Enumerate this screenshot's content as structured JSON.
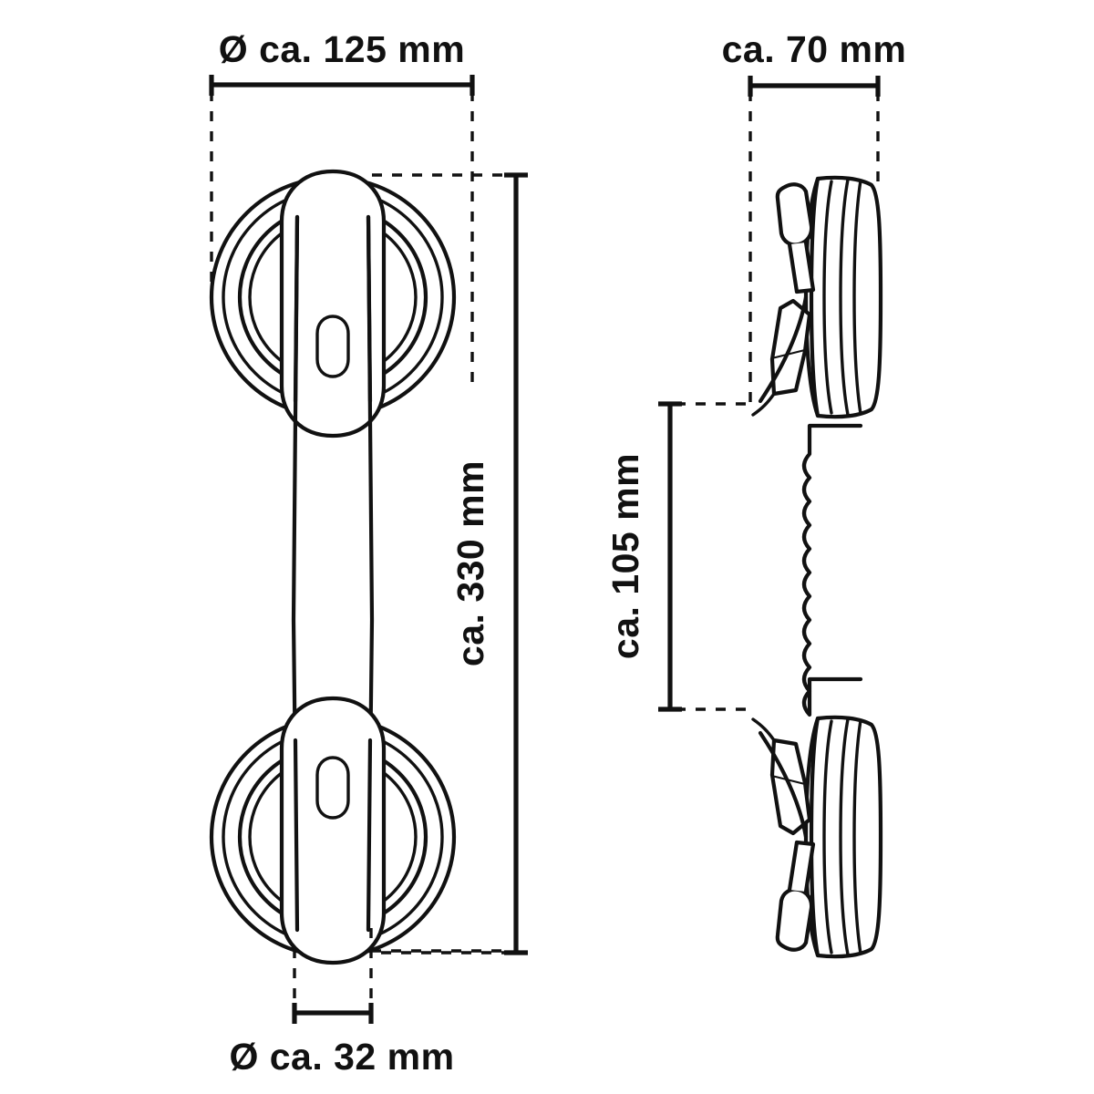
{
  "drawing": {
    "title": "suction-grab-bar-technical-dimension-drawing",
    "line_color": "#111111",
    "background_color": "#ffffff",
    "views": [
      {
        "name": "front-view",
        "description": "front elevation of dual suction-cup grab bar"
      },
      {
        "name": "side-view",
        "description": "side profile of dual suction-cup grab bar"
      }
    ]
  },
  "dimensions": {
    "cup_diameter": {
      "label": "Ø ca. 125 mm",
      "value": 125,
      "unit": "mm",
      "symbol": "Ø",
      "prefix": "ca.",
      "orientation": "horizontal",
      "view": "front-view"
    },
    "overall_length": {
      "label": "ca. 330 mm",
      "value": 330,
      "unit": "mm",
      "prefix": "ca.",
      "orientation": "vertical",
      "view": "front-view"
    },
    "bar_diameter": {
      "label": "Ø ca. 32 mm",
      "value": 32,
      "unit": "mm",
      "symbol": "Ø",
      "prefix": "ca.",
      "orientation": "horizontal",
      "view": "front-view"
    },
    "depth": {
      "label": "ca. 70 mm",
      "value": 70,
      "unit": "mm",
      "prefix": "ca.",
      "orientation": "horizontal",
      "view": "side-view"
    },
    "grip_length": {
      "label": "ca. 105 mm",
      "value": 105,
      "unit": "mm",
      "prefix": "ca.",
      "orientation": "vertical",
      "view": "side-view"
    }
  }
}
